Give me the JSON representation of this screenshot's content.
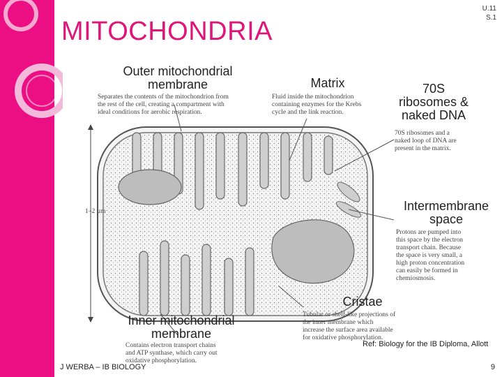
{
  "slide": {
    "title": "MITOCHONDRIA",
    "code_line1": "U.11",
    "code_line2": "S.1",
    "footer_left": "J WERBA – IB BIOLOGY",
    "page_number": "9",
    "reference": "Ref: Biology for the IB Diploma, Allott"
  },
  "labels": {
    "outer_membrane": [
      "Outer mitochondrial",
      "membrane"
    ],
    "matrix": "Matrix",
    "ribosomes": [
      "70S",
      "ribosomes &",
      "naked DNA"
    ],
    "intermembrane": [
      "Intermembrane",
      "space"
    ],
    "cristae": "Cristae",
    "inner_membrane": [
      "Inner mitochondrial",
      "membrane"
    ]
  },
  "descriptions": {
    "outer_membrane": [
      "Separates the contents of the mitochondrion from",
      "the rest of the cell, creating a compartment with",
      "ideal conditions for aerobic respiration."
    ],
    "matrix": [
      "Fluid inside the mitochondrion",
      "containing enzymes for the Krebs",
      "cycle and the link reaction."
    ],
    "ribosomes": [
      "70S ribosomes and a",
      "naked loop of DNA are",
      "present in the matrix."
    ],
    "intermembrane": [
      "Protons are pumped into",
      "this space by the electron",
      "transport chain. Because",
      "the space is very small, a",
      "high proton concentration",
      "can easily be formed in",
      "chemiosmosis."
    ],
    "cristae": [
      "Tubular or shelf-like projections of",
      "the inner membrane which",
      "increase the surface area available",
      "for oxidative phosphorylation."
    ],
    "inner_membrane": [
      "Contains electron transport chains",
      "and ATP synthase, which carry out",
      "oxidative phosphorylation."
    ]
  },
  "scale": {
    "label": "1–2 µm"
  },
  "colors": {
    "accent": "#ec0f84",
    "title": "#e0157a"
  }
}
